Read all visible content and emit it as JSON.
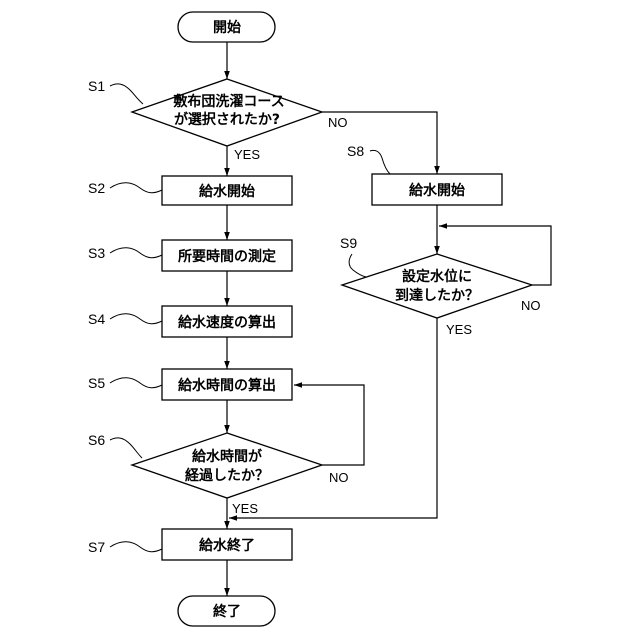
{
  "diagram": {
    "nodes": {
      "start": "開始",
      "s1": [
        "敷布団洗濯コース",
        "が選択されたか?"
      ],
      "s2": "給水開始",
      "s3": "所要時間の測定",
      "s4": "給水速度の算出",
      "s5": "給水時間の算出",
      "s6": [
        "給水時間が",
        "経過したか？"
      ],
      "s7": "給水終了",
      "s8": "給水開始",
      "s9": [
        "設定水位に",
        "到達したか？"
      ],
      "end": "終了"
    },
    "step_labels": {
      "s1": "S1",
      "s2": "S2",
      "s3": "S3",
      "s4": "S4",
      "s5": "S5",
      "s6": "S6",
      "s7": "S7",
      "s8": "S8",
      "s9": "S9"
    },
    "branch_labels": {
      "s1_yes": "YES",
      "s1_no": "NO",
      "s6_yes": "YES",
      "s6_no": "NO",
      "s9_yes": "YES",
      "s9_no": "NO"
    }
  }
}
